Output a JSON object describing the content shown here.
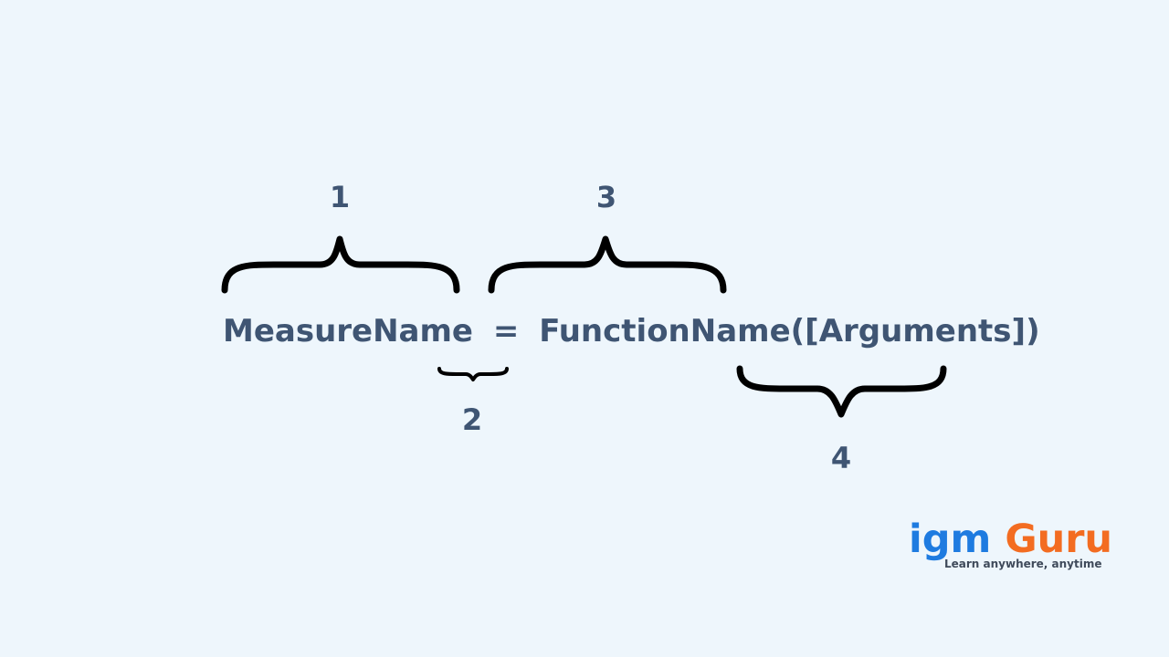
{
  "colors": {
    "background": "#eef6fc",
    "formula_text": "#3f5573",
    "label_text": "#3f5573",
    "brace": "#000000",
    "logo_blue": "#1e7be0",
    "logo_orange": "#f36c21",
    "logo_tagline": "#3f4a5a"
  },
  "diagram": {
    "formula": {
      "measure_name": "MeasureName",
      "equals": "=",
      "function_name": "FunctionName([Arguments])"
    },
    "labels": {
      "label_1": "1",
      "label_2": "2",
      "label_3": "3",
      "label_4": "4"
    }
  },
  "logo": {
    "part_blue": "igm",
    "part_orange": "Guru",
    "tagline": "Learn anywhere, anytime"
  }
}
